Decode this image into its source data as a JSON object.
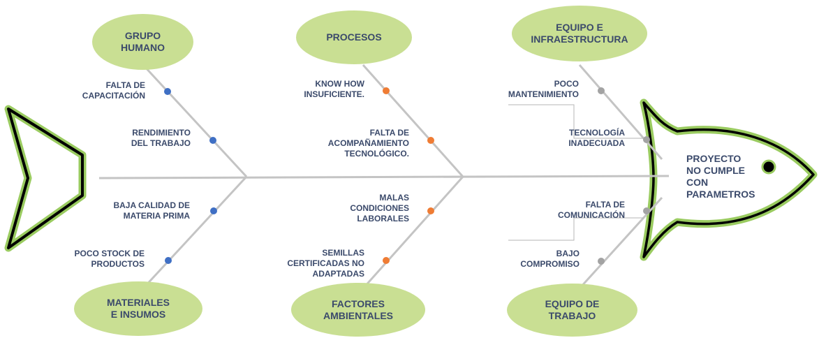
{
  "effect": "PROYECTO\nNO CUMPLE\nCON\nPARAMETROS",
  "categories": {
    "grupo_humano": "GRUPO\nHUMANO",
    "procesos": "PROCESOS",
    "equipo_infra": "EQUIPO E\nINFRAESTRUCTURA",
    "materiales": "MATERIALES\nE INSUMOS",
    "factores": "FACTORES\nAMBIENTALES",
    "equipo_trabajo": "EQUIPO DE\nTRABAJO"
  },
  "causes": {
    "falta_capacitacion": "FALTA DE\nCAPACITACIÓN",
    "rendimiento": "RENDIMIENTO\nDEL TRABAJO",
    "baja_calidad": "BAJA CALIDAD DE\nMATERIA PRIMA",
    "poco_stock": "POCO STOCK DE\nPRODUCTOS",
    "know_how": "KNOW HOW\nINSUFICIENTE.",
    "acompanamiento": "FALTA DE\nACOMPAÑAMIENTO\nTECNOLÓGICO.",
    "malas_condiciones": "MALAS\nCONDICIONES\nLABORALES",
    "semillas": "SEMILLAS\nCERTIFICADAS NO\nADAPTADAS",
    "poco_mantenimiento": "POCO\nMANTENIMIENTO",
    "tecnologia": "TECNOLOGÍA\nINADECUADA",
    "falta_comunicacion": "FALTA DE\nCOMUNICACIÓN",
    "bajo_compromiso": "BAJO\nCOMPROMISO"
  },
  "colors": {
    "ellipse_fill": "#c9df93",
    "bone": "#c4c4c4",
    "text": "#3b4a6b",
    "dot_blue": "#3f6fc4",
    "dot_orange": "#ef7c34",
    "dot_gray": "#a3a3a3",
    "fish_outline": "#9acb60"
  }
}
